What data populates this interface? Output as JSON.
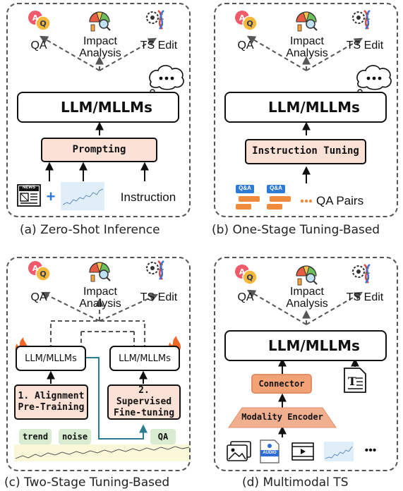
{
  "outputs": {
    "qa": "QA",
    "impact_line1": "Impact",
    "impact_line2": "Analysis",
    "ts_edit": "TS Edit"
  },
  "panel_a": {
    "model": "LLM/MLLMs",
    "step": "Prompting",
    "input_plus": "+",
    "instruction": "Instruction",
    "caption": "(a) Zero-Shot Inference",
    "news_tag": "NEWS"
  },
  "panel_b": {
    "model": "LLM/MLLMs",
    "step": "Instruction Tuning",
    "qa_tag": "Q&A",
    "qa_pairs": "QA Pairs",
    "caption": "(b) One-Stage Tuning-Based"
  },
  "panel_c": {
    "model_left": "LLM/MLLMs",
    "model_right": "LLM/MLLMs",
    "step1_line1": "1. Alignment",
    "step1_line2": "Pre-Training",
    "step2_line1": "2. Supervised",
    "step2_line2": "Fine-tuning",
    "tag_trend": "trend",
    "tag_noise": "noise",
    "tag_qa": "QA",
    "caption": "(c) Two-Stage Tuning-Based"
  },
  "panel_d": {
    "model": "LLM/MLLMs",
    "connector": "Connector",
    "encoder": "Modality Encoder",
    "audio_tag": "AUDIO",
    "ellipsis": "•••",
    "caption": "(d) Multimodal TS"
  },
  "colors": {
    "peach": "#fbe1d6",
    "green": "#d7ecd0",
    "connector": "#f3a276",
    "encoder": "#f0b08f",
    "teal": "#2a7d90",
    "qa_blue": "#2e7bd6",
    "qa_orange": "#f08a3c",
    "flame": "#f26522"
  },
  "icons": [
    "qa-icon",
    "impact-analysis-icon",
    "ts-edit-icon",
    "snowflake-icon",
    "fire-icon",
    "thought-bubble-icon",
    "news-icon",
    "time-series-icon",
    "qa-pair-icon",
    "image-icon",
    "audio-icon",
    "video-icon",
    "text-doc-icon"
  ]
}
